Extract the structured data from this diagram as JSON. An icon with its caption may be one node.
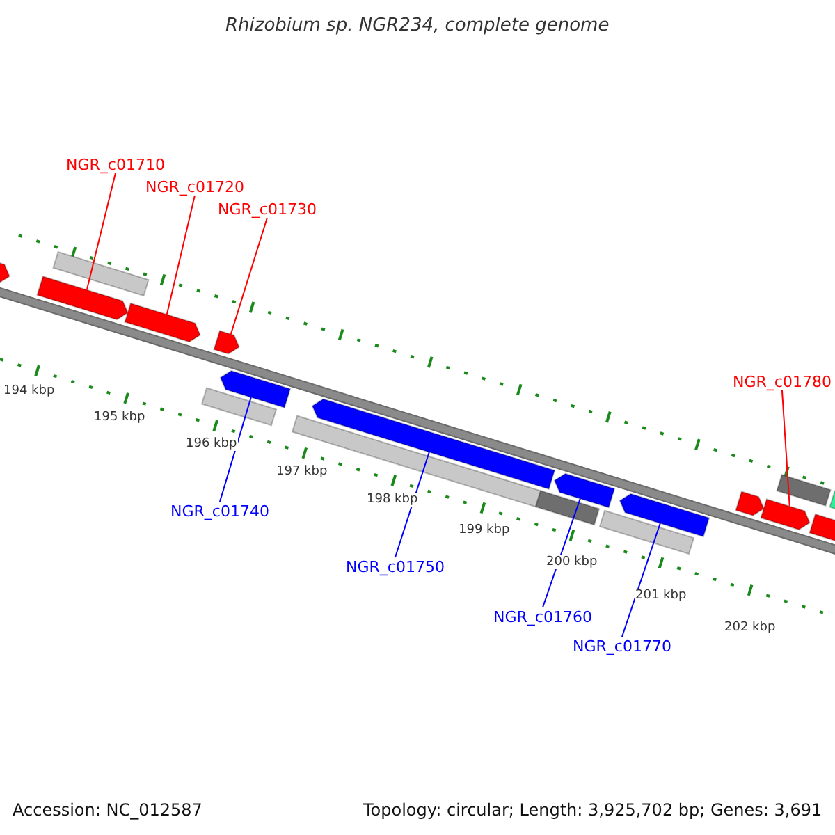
{
  "diagram": {
    "title": "Rhizobium sp. NGR234, complete genome",
    "nodes": [
      {
        "text": [
          "NGR_c01710"
        ]
      },
      {
        "text": [],
        "shape": "bar"
      },
      {
        "text": [
          "NGR_c01720"
        ]
      },
      {
        "text": [],
        "shape": "bar"
      },
      {
        "text": [
          "NGR_c01730"
        ]
      },
      {
        "text": [],
        "shape": "bar"
      },
      {
        "text": [
          "NGR_c01780"
        ]
      },
      {
        "text": [],
        "shape": "bar"
      },
      {
        "text": [
          "NGR_c01740"
        ]
      },
      {
        "text": [],
        "shape": "bar"
      },
      {
        "text": [
          "NGR_c01750"
        ]
      },
      {
        "text": [],
        "shape": "bar"
      },
      {
        "text": [
          "NGR_c01760"
        ]
      },
      {
        "text": [],
        "shape": "bar"
      },
      {
        "text": [
          "NGR_c01770"
        ]
      },
      {
        "text": [],
        "shape": "bar"
      },
      {
        "text": [],
        "shape": "bar"
      },
      {
        "text": [],
        "shape": "bar"
      },
      {
        "text": [],
        "shape": "bar"
      }
    ],
    "edges": [
      {
        "from": 0,
        "to": 1,
        "arrow": "none",
        "color": "#ff0000"
      },
      {
        "from": 2,
        "to": 3,
        "arrow": "none",
        "color": "#ff0000"
      },
      {
        "from": 4,
        "to": 5,
        "arrow": "none",
        "color": "#ff0000"
      },
      {
        "from": 6,
        "to": 7,
        "arrow": "none",
        "color": "#ff0000"
      },
      {
        "from": 8,
        "to": 9,
        "arrow": "none",
        "color": "#0000ff"
      },
      {
        "from": 10,
        "to": 11,
        "arrow": "none",
        "color": "#0000ff"
      },
      {
        "from": 12,
        "to": 13,
        "arrow": "none",
        "color": "#0000ff"
      },
      {
        "from": 14,
        "to": 15,
        "arrow": "none",
        "color": "#0000ff"
      }
    ],
    "labels": [
      "194 kbp",
      "195 kbp",
      "196 kbp",
      "197 kbp",
      "198 kbp",
      "199 kbp",
      "200 kbp",
      "201 kbp",
      "202 kbp",
      "Accession: NC_012587",
      "Topology: circular; Length: 3,925,702 bp; Genes: 3,691"
    ]
  }
}
